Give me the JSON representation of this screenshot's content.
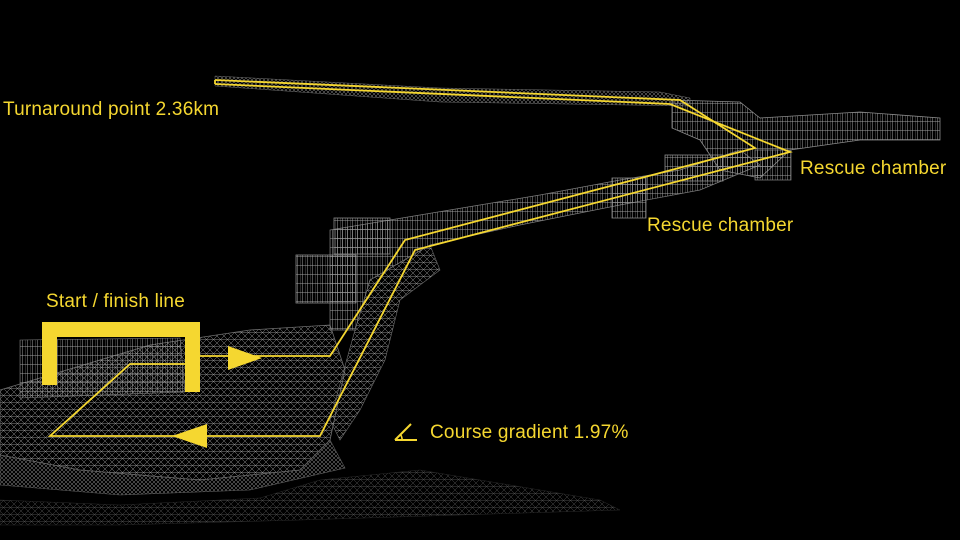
{
  "labels": {
    "turnaround": "Turnaround point 2.36km",
    "rescue_chamber_1": "Rescue chamber",
    "rescue_chamber_2": "Rescue chamber",
    "start_finish": "Start / finish line",
    "gradient": "Course gradient 1.97%"
  },
  "colors": {
    "background": "#000000",
    "route": "#f5d730",
    "wireframe": "#8a8a8a"
  },
  "icons": {
    "gradient": "angle-icon",
    "direction": "arrow-icon",
    "start_gate": "gate-icon"
  }
}
